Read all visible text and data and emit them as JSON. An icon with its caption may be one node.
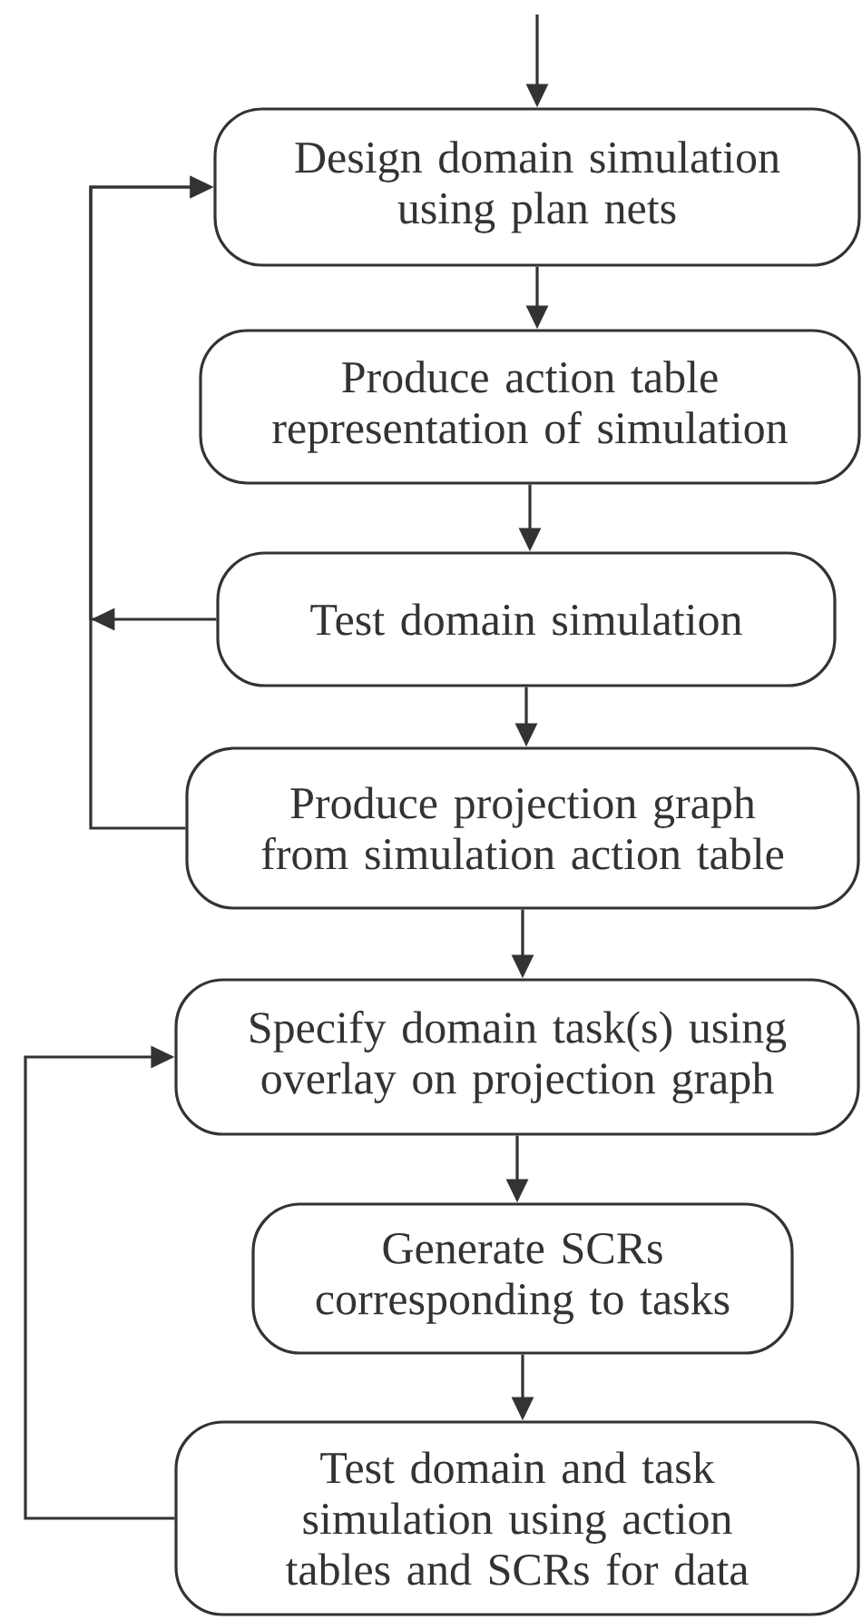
{
  "diagram": {
    "nodes": [
      {
        "text": [
          "Design domain simulation using plan nets"
        ]
      },
      {
        "text": [
          "Produce action table representation of simulation"
        ]
      },
      {
        "text": [
          "Test domain simulation"
        ]
      },
      {
        "text": [
          "Produce projection graph from simulation action table"
        ]
      },
      {
        "text": [
          "Specify domain task(s) using overlay on projection graph"
        ]
      },
      {
        "text": [
          "Generate SCRs corresponding to tasks"
        ]
      },
      {
        "text": [
          "Test domain and task simulation using action tables and SCRs for data"
        ]
      }
    ],
    "edges": [
      {
        "from": null,
        "to": 0,
        "arrow": "to"
      },
      {
        "from": 0,
        "to": 1,
        "arrow": "to"
      },
      {
        "from": 1,
        "to": 2,
        "arrow": "to"
      },
      {
        "from": 2,
        "to": 3,
        "arrow": "to"
      },
      {
        "from": 3,
        "to": 4,
        "arrow": "to"
      },
      {
        "from": 4,
        "to": 5,
        "arrow": "to"
      },
      {
        "from": 5,
        "to": 6,
        "arrow": "to"
      },
      {
        "from": 2,
        "to": 0,
        "arrow": "to"
      },
      {
        "from": 3,
        "to": 0,
        "arrow": "to"
      },
      {
        "from": 6,
        "to": 4,
        "arrow": "to"
      }
    ]
  }
}
